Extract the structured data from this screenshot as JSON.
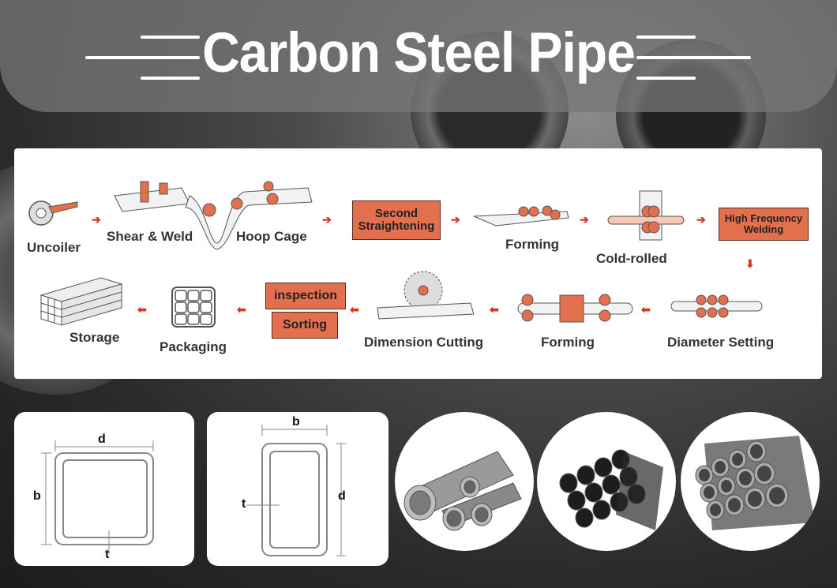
{
  "title": "Carbon Steel Pipe",
  "process": {
    "steps": {
      "uncoiler": "Uncoiler",
      "shear_weld": "Shear & Weld",
      "hoop_cage": "Hoop Cage",
      "second_straightening": "Second\nStraightening",
      "forming_top": "Forming",
      "cold_rolled": "Cold-rolled",
      "high_frequency_welding": "High Frequency\nWelding",
      "diameter_setting": "Diameter Setting",
      "forming_bottom": "Forming",
      "dimension_cutting": "Dimension Cutting",
      "inspection": "inspection",
      "sorting": "Sorting",
      "packaging": "Packaging",
      "storage": "Storage"
    },
    "arrow_glyph_right": "➔",
    "arrow_glyph_left": "⬅",
    "arrow_glyph_down": "⬇"
  },
  "diagrams": {
    "square": {
      "width_label": "d",
      "height_label": "b",
      "thickness_label": "t"
    },
    "rect": {
      "width_label": "b",
      "height_label": "d",
      "thickness_label": "t"
    }
  },
  "colors": {
    "accent": "#e2704f",
    "arrow": "#d63a1e"
  }
}
